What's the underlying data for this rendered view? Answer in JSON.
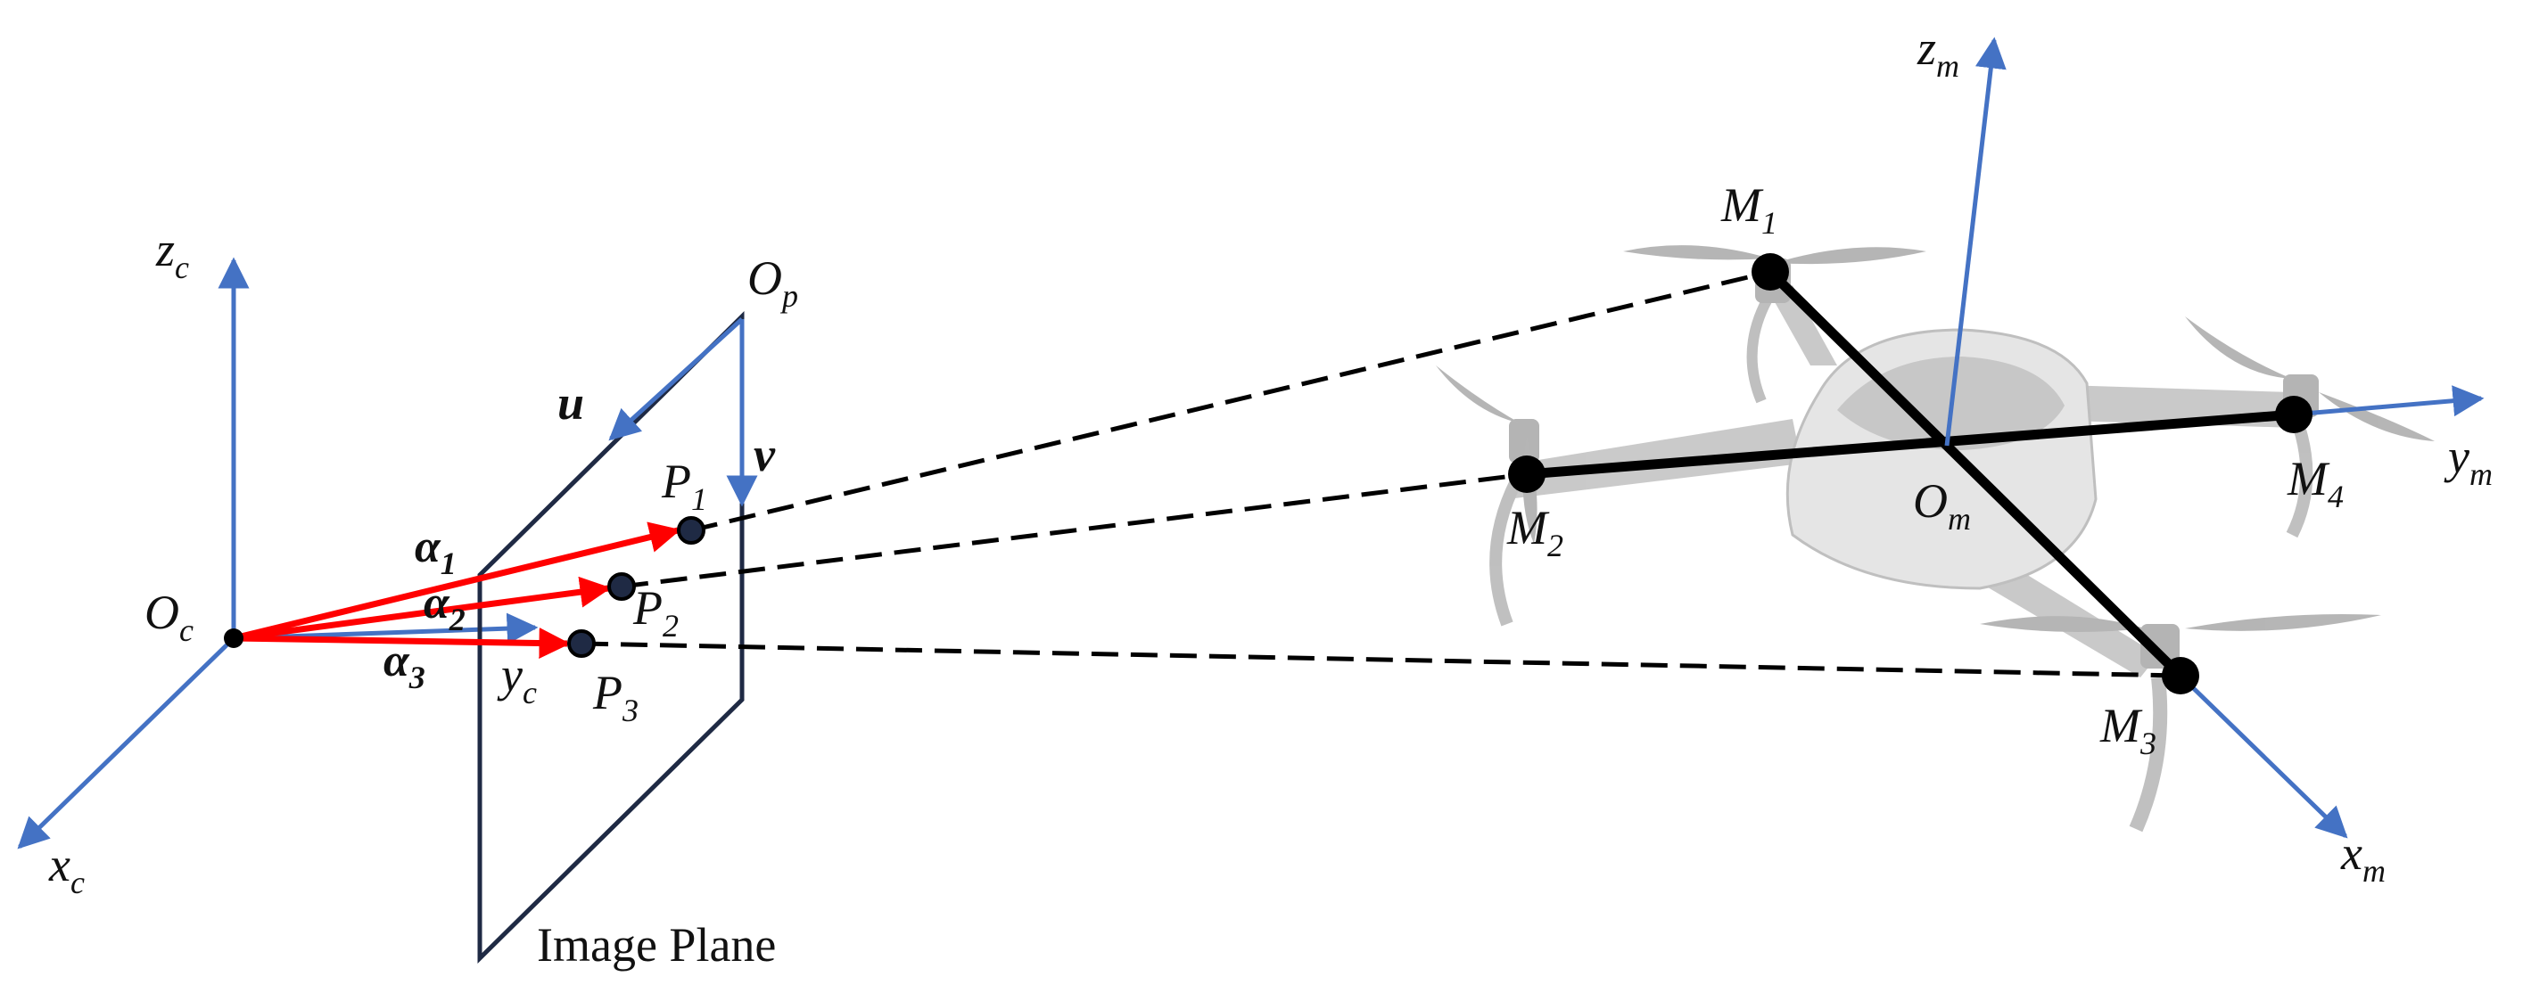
{
  "colors": {
    "axis": "#4472C4",
    "ray": "#FF0000",
    "frame": "#1F2A44",
    "link": "#000000",
    "drone_body": "#BFBFBF",
    "drone_shade": "#8C8C8C"
  },
  "camera_frame": {
    "origin": "O",
    "origin_sub": "c",
    "x_axis": "x",
    "x_sub": "c",
    "y_axis": "y",
    "y_sub": "c",
    "z_axis": "z",
    "z_sub": "c"
  },
  "image_plane": {
    "caption": "Image Plane",
    "origin": "O",
    "origin_sub": "p",
    "u_axis": "u",
    "v_axis": "v"
  },
  "rays": [
    {
      "symbol": "α",
      "sub": "1"
    },
    {
      "symbol": "α",
      "sub": "2"
    },
    {
      "symbol": "α",
      "sub": "3"
    }
  ],
  "image_points": [
    {
      "symbol": "P",
      "sub": "1"
    },
    {
      "symbol": "P",
      "sub": "2"
    },
    {
      "symbol": "P",
      "sub": "3"
    }
  ],
  "drone_frame": {
    "origin": "O",
    "origin_sub": "m",
    "x_axis": "x",
    "x_sub": "m",
    "y_axis": "y",
    "y_sub": "m",
    "z_axis": "z",
    "z_sub": "m"
  },
  "markers": [
    {
      "symbol": "M",
      "sub": "1"
    },
    {
      "symbol": "M",
      "sub": "2"
    },
    {
      "symbol": "M",
      "sub": "3"
    },
    {
      "symbol": "M",
      "sub": "4"
    }
  ]
}
